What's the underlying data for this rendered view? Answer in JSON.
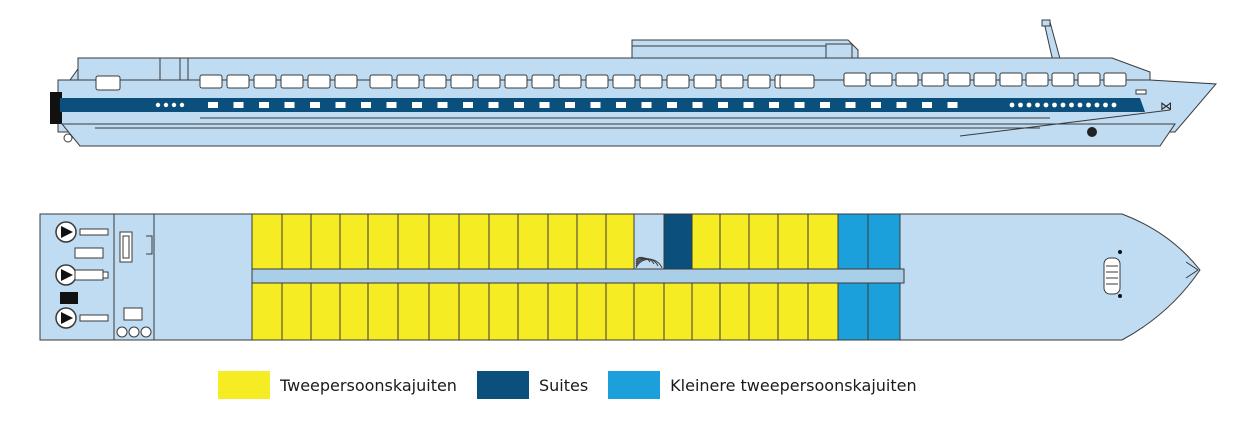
{
  "colors": {
    "hull": "#bfdcf2",
    "outline": "#3a3a3a",
    "stripe": "#0b4f7c",
    "two_person_cabin": "#f6ec23",
    "suite": "#0b4f7c",
    "small_two_person_cabin": "#1ca0dc",
    "corridor": "#a9cfe8"
  },
  "deck_plan": {
    "upper_rows": [
      "two-person",
      "two-person",
      "two-person",
      "two-person",
      "two-person",
      "two-person",
      "two-person",
      "two-person",
      "two-person",
      "two-person",
      "two-person",
      "two-person",
      "two-person",
      "stair",
      "suite",
      "two-person",
      "two-person",
      "two-person",
      "two-person",
      "two-person",
      "small-two-person",
      "small-two-person"
    ],
    "lower_rows": [
      "two-person",
      "two-person",
      "two-person",
      "two-person",
      "two-person",
      "two-person",
      "two-person",
      "two-person",
      "two-person",
      "two-person",
      "two-person",
      "two-person",
      "two-person",
      "two-person",
      "two-person",
      "two-person",
      "two-person",
      "two-person",
      "two-person",
      "two-person",
      "small-two-person",
      "small-two-person"
    ]
  },
  "legend": [
    {
      "label": "Tweepersoonskajuiten",
      "color": "#f6ec23"
    },
    {
      "label": "Suites",
      "color": "#0b4f7c"
    },
    {
      "label": "Kleinere tweepersoonskajuiten",
      "color": "#1ca0dc"
    }
  ]
}
